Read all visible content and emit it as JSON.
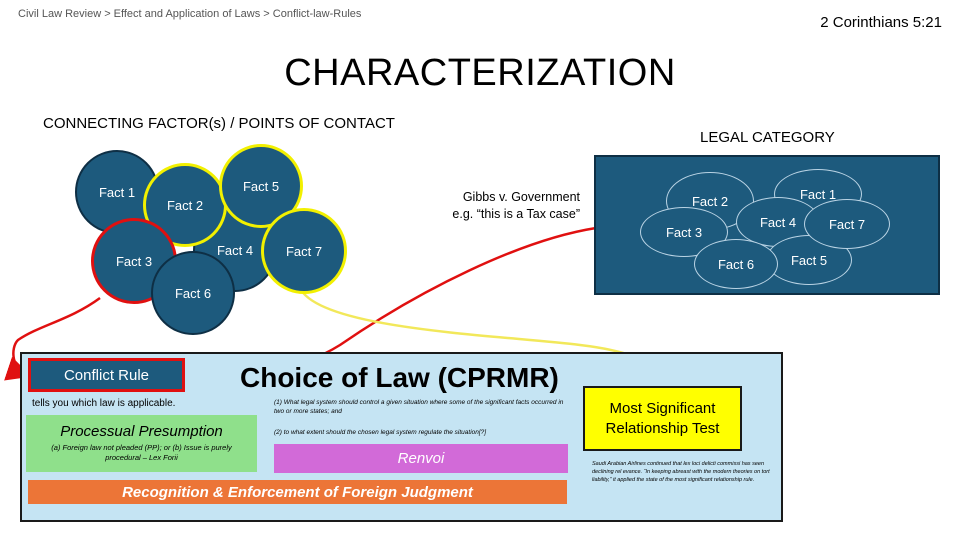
{
  "breadcrumb": "Civil Law Review > Effect and Application of Laws > Conflict-law-Rules",
  "verse": "2 Corinthians 5:21",
  "title": "CHARACTERIZATION",
  "left_heading": "CONNECTING FACTOR(s) / POINTS OF CONTACT",
  "right_heading": "LEGAL CATEGORY",
  "facts_left": {
    "fact1": "Fact 1",
    "fact2": "Fact 2",
    "fact3": "Fact 3",
    "fact4": "Fact 4",
    "fact5": "Fact 5",
    "fact6": "Fact 6",
    "fact7": "Fact 7"
  },
  "facts_right": {
    "fact1": "Fact 1",
    "fact2": "Fact 2",
    "fact3": "Fact 3",
    "fact4": "Fact 4",
    "fact5": "Fact 5",
    "fact6": "Fact 6",
    "fact7": "Fact 7"
  },
  "gibbs": {
    "line1": "Gibbs v. Government",
    "line2": "e.g. “this is a Tax case”"
  },
  "conflict_rule": "Conflict Rule",
  "choice_of_law": "Choice of Law (CPRMR)",
  "tells": "tells you which law is applicable.",
  "question1": "(1) What legal system should control a given situation where some of the significant facts occurred in two or more states; and",
  "question2": "(2) to what extent should the chosen legal system regulate the situation[?]",
  "processual": {
    "heading": "Processual Presumption",
    "sub": "(a)   Foreign law not pleaded (PP); or (b) Issue is purely procedural – Lex Forii"
  },
  "renvoi": "Renvoi",
  "recognition": "Recognition & Enforcement of Foreign Judgment",
  "msr": {
    "line1": "Most Significant",
    "line2": "Relationship Test"
  },
  "saudi": "Saudi Arabian Airlines continued that lex loci delicti commissi has seen declining rel evance. “In keeping abreast with the modern theories on tort liability,” it applied the state of the most significant relationship rule.",
  "colors": {
    "circle_fill": "#1d5a7d",
    "highlight_yellow": "#f2f000",
    "highlight_red": "#e01010",
    "main_box": "#c5e4f3",
    "processual": "#8fe08b",
    "renvoi": "#d26ad8",
    "recognition": "#ec7537",
    "msr": "#ffff00"
  }
}
